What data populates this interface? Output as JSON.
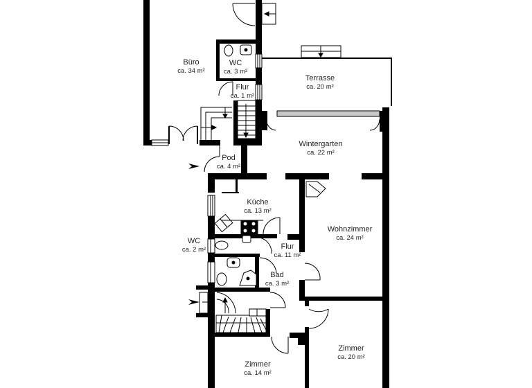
{
  "floorplan": {
    "colors": {
      "wall": "#000000",
      "background": "#ffffff",
      "text": "#222222",
      "glass": "#c8c8c8"
    },
    "rooms": [
      {
        "id": "buero",
        "name": "Büro",
        "area": "ca. 34 m²"
      },
      {
        "id": "wc_upper",
        "name": "WC",
        "area": "ca. 3 m²"
      },
      {
        "id": "flur_small",
        "name": "Flur",
        "area": "ca. 1 m²"
      },
      {
        "id": "terrasse",
        "name": "Terrasse",
        "area": "ca. 20 m²"
      },
      {
        "id": "wintergarten",
        "name": "Wintergarten",
        "area": "ca. 22 m²"
      },
      {
        "id": "pod",
        "name": "Pod",
        "area": "ca. 4 m²"
      },
      {
        "id": "kueche",
        "name": "Küche",
        "area": "ca. 13 m²"
      },
      {
        "id": "wohnzimmer",
        "name": "Wohnzimmer",
        "area": "ca. 24 m²"
      },
      {
        "id": "wc_lower",
        "name": "WC",
        "area": "ca. 2 m²"
      },
      {
        "id": "flur_main",
        "name": "Flur",
        "area": "ca. 11 m²"
      },
      {
        "id": "bad",
        "name": "Bad",
        "area": "ca. 3 m²"
      },
      {
        "id": "zimmer_small",
        "name": "Zimmer",
        "area": "ca. 14 m²"
      },
      {
        "id": "zimmer_large",
        "name": "Zimmer",
        "area": "ca. 20 m²"
      }
    ],
    "entrances": [
      {
        "id": "entrance_pod",
        "icon": "entrance-arrow-icon"
      },
      {
        "id": "entrance_stair",
        "icon": "entrance-arrow-icon"
      }
    ]
  }
}
